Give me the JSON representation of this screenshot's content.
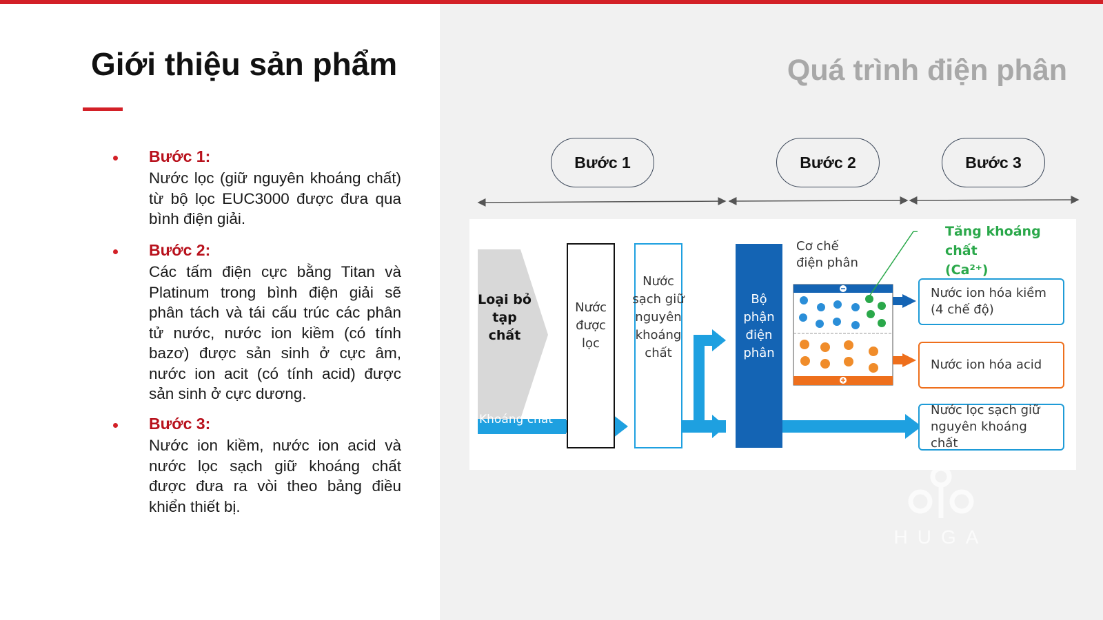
{
  "main_title": "Giới thiệu sản phẩm",
  "steps": [
    {
      "title": "Bước 1:",
      "text": "Nước lọc (giữ nguyên khoáng chất) từ bộ lọc EUC3000 được đưa qua bình điện giải."
    },
    {
      "title": "Bước 2:",
      "text": "Các tấm điện cực bằng Titan và Platinum trong bình điện giải sẽ phân tách và tái cấu trúc các phân tử nước, nước ion kiềm (có tính bazơ) được sản sinh ở cực âm, nước ion acit (có tính acid) được sản sinh ở cực dương."
    },
    {
      "title": "Bước 3:",
      "text": "Nước ion kiềm, nước ion acid và nước lọc sạch giữ khoáng chất được đưa ra vòi theo bảng điều khiển thiết bị."
    }
  ],
  "diagram": {
    "title": "Quá trình điện phân",
    "step_pills": [
      "Bước 1",
      "Bước 2",
      "Bước 3"
    ],
    "remove_impurities": "Loại bỏ tạp chất",
    "minerals": "Khoáng chất",
    "filtered_water": "Nước được lọc",
    "clean_water": "Nước sạch giữ nguyên khoáng chất",
    "electrolysis_unit": "Bộ phận điện phân",
    "mechanism": "Cơ chế điện phân",
    "mineral_increase": "Tăng khoáng chất",
    "mineral_formula": "(Ca²⁺)",
    "outputs": [
      {
        "label": "Nước ion hóa kiềm (4 chế độ)",
        "color": "#1e9bd7"
      },
      {
        "label": "Nước ion hóa acid",
        "color": "#ee6f1c"
      },
      {
        "label": "Nước lọc sạch giữ nguyên khoáng chất",
        "color": "#1e9bd7"
      }
    ],
    "colors": {
      "accent_red": "#d32027",
      "dark_blue": "#1464b4",
      "light_blue": "#1ea0e0",
      "orange": "#ee6f1c",
      "green": "#2aa84a"
    }
  },
  "watermark": "HUGA"
}
